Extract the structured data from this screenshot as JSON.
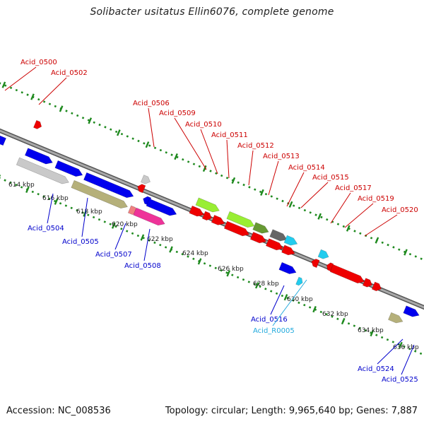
{
  "title": "Solibacter usitatus Ellin6076, complete genome",
  "accession": "Accession: NC_008536",
  "topology": "Topology: circular; Length: 9,965,640 bp; Genes: 7,887",
  "colors": {
    "backbone": "#8a8a8a",
    "tick_dot": "#1f8a1f",
    "label_top": "#cc0000",
    "label_bottom": "#0000cc",
    "label_rna": "#22aadd",
    "red": "#ee0000",
    "blue": "#0000ee",
    "grey": "#c9c9c9",
    "olive": "#b5b07a",
    "lime": "#99ee33",
    "darkgreen": "#669933",
    "darkgrey": "#666666",
    "cyan": "#22ccee",
    "pink": "#ee3399",
    "salmon": "#f08080"
  },
  "kbp_ticks": [
    "614 kbp",
    "616 kbp",
    "618 kbp",
    "620 kbp",
    "622 kbp",
    "624 kbp",
    "626 kbp",
    "628 kbp",
    "630 kbp",
    "632 kbp",
    "634 kbp",
    "636 kbp"
  ],
  "labels_top": [
    "Acid_0500",
    "Acid_0502",
    "Acid_0506",
    "Acid_0509",
    "Acid_0510",
    "Acid_0511",
    "Acid_0512",
    "Acid_0513",
    "Acid_0514",
    "Acid_0515",
    "Acid_0517",
    "Acid_0519",
    "Acid_0520"
  ],
  "labels_bottom": [
    "Acid_0504",
    "Acid_0505",
    "Acid_0507",
    "Acid_0508",
    "Acid_0516",
    "Acid_R0005",
    "Acid_0524",
    "Acid_0525"
  ]
}
